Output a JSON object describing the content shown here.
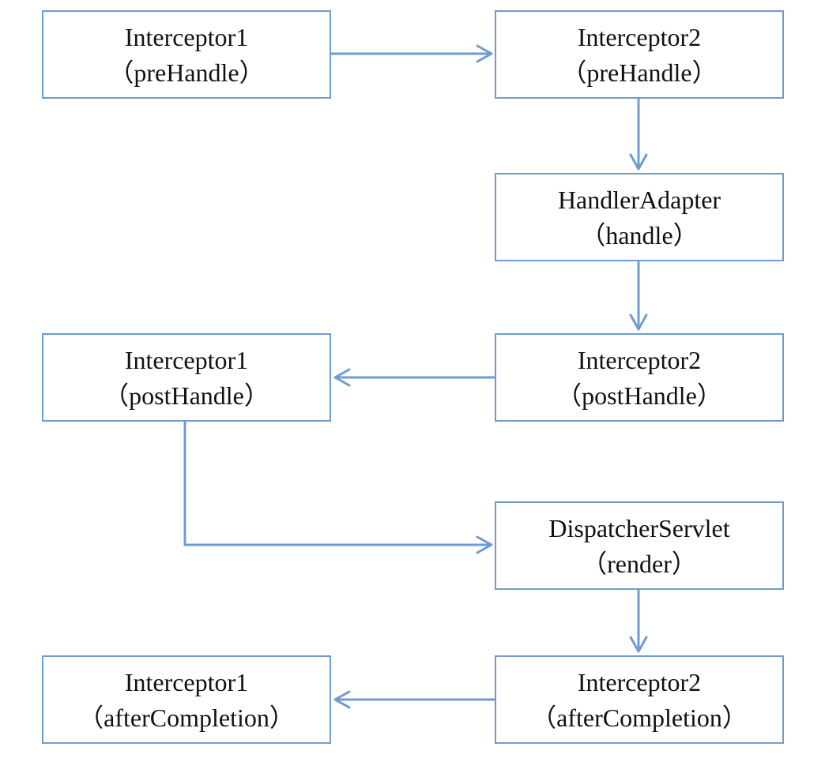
{
  "colors": {
    "node_border": "#6f9bd0",
    "edge": "#6f9bd0",
    "text": "#111111",
    "background": "#ffffff"
  },
  "nodes": [
    {
      "id": "interceptor1-prehandle",
      "line1": "Interceptor1",
      "line2": "（preHandle）"
    },
    {
      "id": "interceptor2-prehandle",
      "line1": "Interceptor2",
      "line2": "（preHandle）"
    },
    {
      "id": "handleradapter-handle",
      "line1": "HandlerAdapter",
      "line2": "（handle）"
    },
    {
      "id": "interceptor2-posthandle",
      "line1": "Interceptor2",
      "line2": "（postHandle）"
    },
    {
      "id": "interceptor1-posthandle",
      "line1": "Interceptor1",
      "line2": "（postHandle）"
    },
    {
      "id": "dispatcherservlet-render",
      "line1": "DispatcherServlet",
      "line2": "（render）"
    },
    {
      "id": "interceptor2-aftercompletion",
      "line1": "Interceptor2",
      "line2": "（afterCompletion）"
    },
    {
      "id": "interceptor1-aftercompletion",
      "line1": "Interceptor1",
      "line2": "（afterCompletion）"
    }
  ],
  "edges": [
    {
      "id": "edge-i1pre-to-i2pre",
      "from": "interceptor1-prehandle",
      "to": "interceptor2-prehandle"
    },
    {
      "id": "edge-i2pre-to-adapter",
      "from": "interceptor2-prehandle",
      "to": "handleradapter-handle"
    },
    {
      "id": "edge-adapter-to-i2post",
      "from": "handleradapter-handle",
      "to": "interceptor2-posthandle"
    },
    {
      "id": "edge-i2post-to-i1post",
      "from": "interceptor2-posthandle",
      "to": "interceptor1-posthandle"
    },
    {
      "id": "edge-i1post-to-dispatcher",
      "from": "interceptor1-posthandle",
      "to": "dispatcherservlet-render"
    },
    {
      "id": "edge-dispatcher-to-i2after",
      "from": "dispatcherservlet-render",
      "to": "interceptor2-aftercompletion"
    },
    {
      "id": "edge-i2after-to-i1after",
      "from": "interceptor2-aftercompletion",
      "to": "interceptor1-aftercompletion"
    }
  ]
}
